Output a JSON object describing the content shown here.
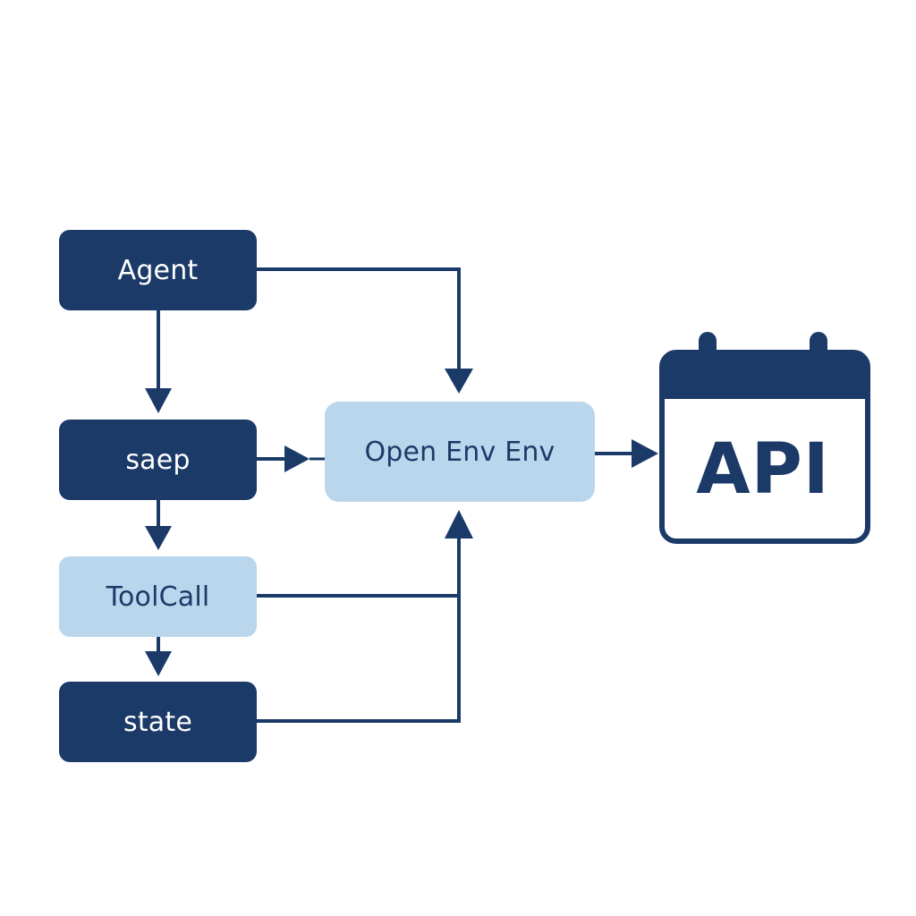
{
  "colors": {
    "dark_node": "#1b3a68",
    "light_node": "#bad6ec",
    "light_text": "#1b3a68",
    "connector": "#1b3a68",
    "background": "#ffffff"
  },
  "nodes": {
    "agent": "Agent",
    "step": "saep",
    "toolcall": "ToolCall",
    "state": "state",
    "env": "Open Env Env"
  },
  "api": {
    "label": "API",
    "icon": "calendar-icon"
  }
}
